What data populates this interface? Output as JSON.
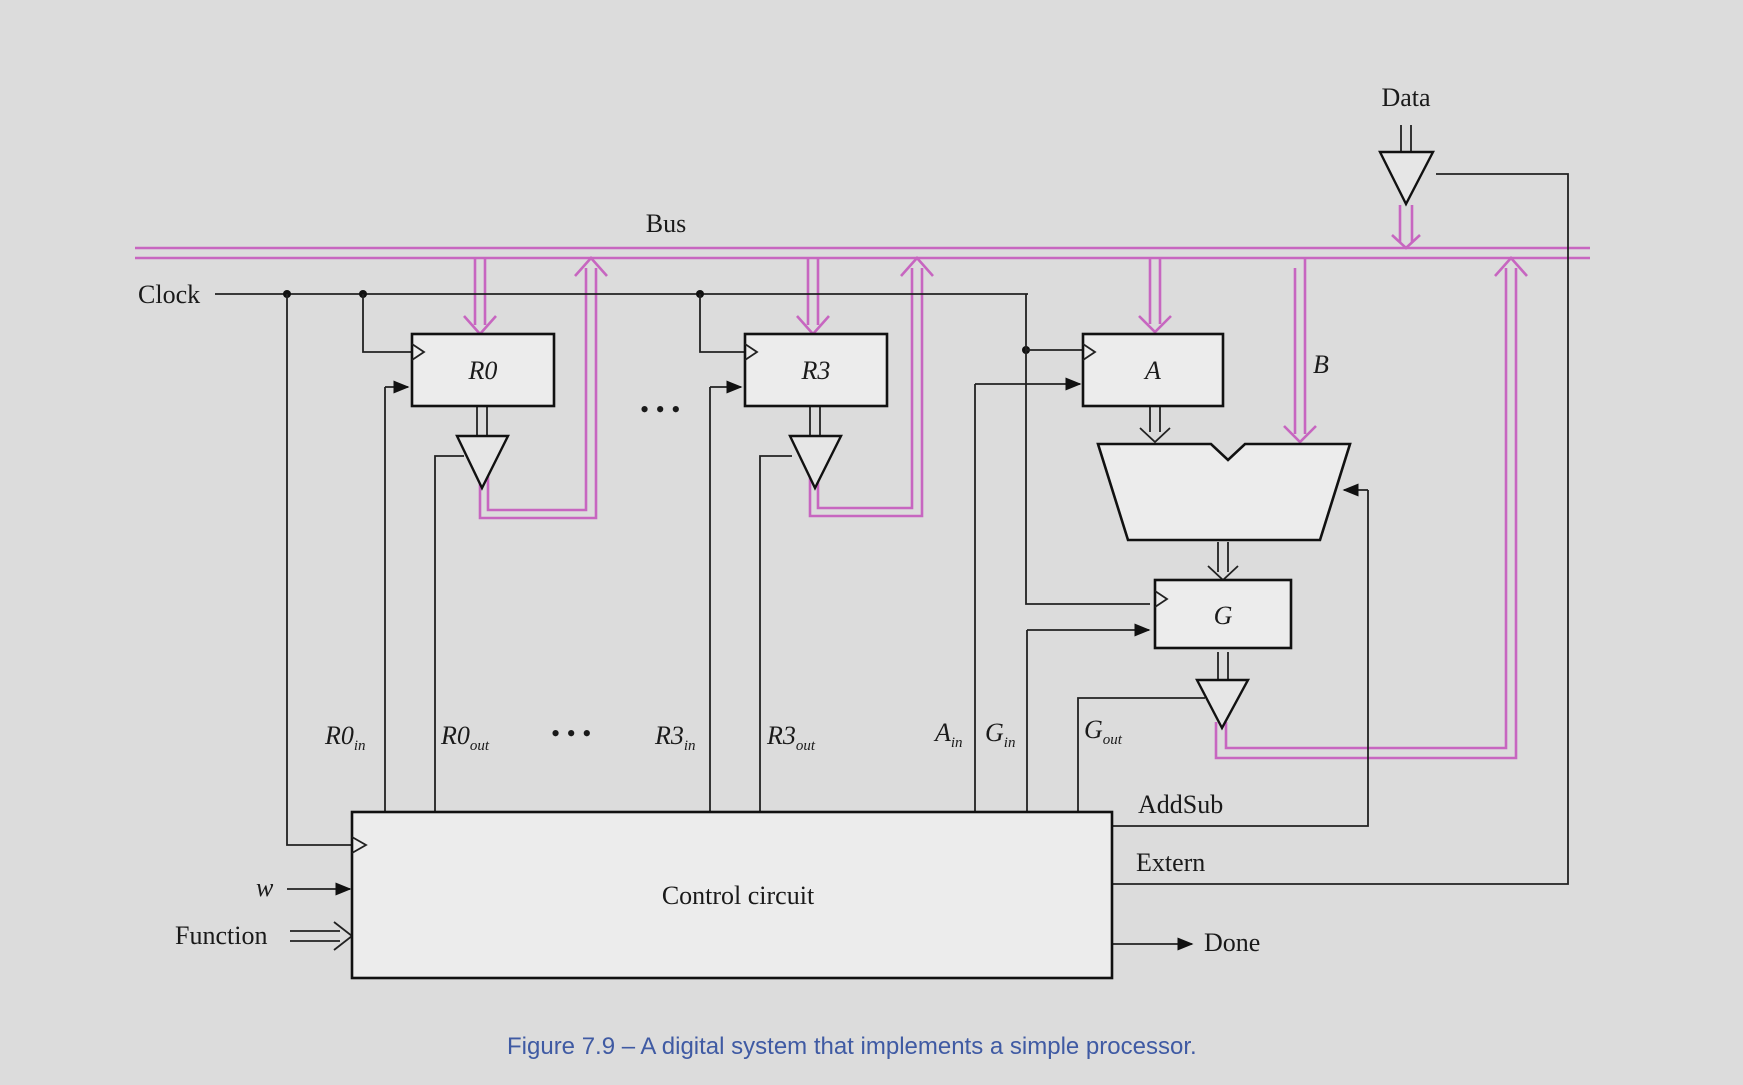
{
  "labels": {
    "data": "Data",
    "bus": "Bus",
    "clock": "Clock",
    "r0": "R0",
    "r3": "R3",
    "reg_a": "A",
    "reg_b": "B",
    "reg_g": "G",
    "ellipsis": "• • •",
    "add_sub": "AddSub",
    "extern": "Extern",
    "control": "Control circuit",
    "w": "w",
    "function": "Function",
    "done": "Done"
  },
  "signals": {
    "r0_in": {
      "base": "R0",
      "sub": "in"
    },
    "r0_out": {
      "base": "R0",
      "sub": "out"
    },
    "r3_in": {
      "base": "R3",
      "sub": "in"
    },
    "r3_out": {
      "base": "R3",
      "sub": "out"
    },
    "a_in": {
      "base": "A",
      "sub": "in"
    },
    "g_in": {
      "base": "G",
      "sub": "in"
    },
    "g_out": {
      "base": "G",
      "sub": "out"
    }
  },
  "caption": "Figure 7.9 – A digital system that implements a simple processor.",
  "colors": {
    "bus": "#c766c0",
    "wire": "#222222",
    "caption": "#3f5aa3",
    "background": "#dcdcdc"
  }
}
